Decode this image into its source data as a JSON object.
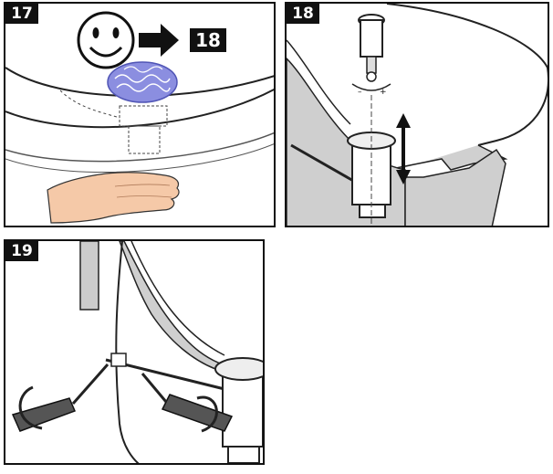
{
  "panels": [
    {
      "step": "17",
      "next_step": "18"
    },
    {
      "step": "18",
      "marks": [
        "–",
        "+"
      ]
    },
    {
      "step": "19"
    }
  ]
}
